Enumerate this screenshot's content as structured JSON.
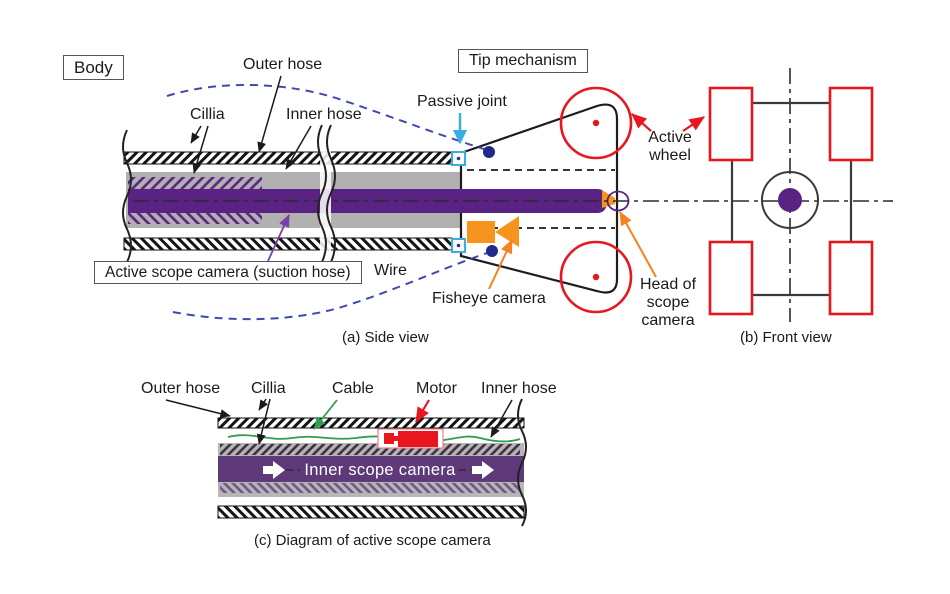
{
  "figure": {
    "side_view": {
      "caption": "(a) Side view",
      "labels": {
        "body": "Body",
        "outer_hose": "Outer hose",
        "cillia": "Cillia",
        "inner_hose": "Inner hose",
        "passive_joint": "Passive joint",
        "tip_mechanism": "Tip mechanism",
        "active_scope_camera": "Active scope camera (suction hose)",
        "wire": "Wire",
        "fisheye_camera": "Fisheye camera",
        "active_wheel": "Active wheel",
        "head_of_scope_camera": "Head of scope camera"
      }
    },
    "front_view": {
      "caption": "(b) Front view"
    },
    "scope_diagram": {
      "caption": "(c) Diagram of active scope camera",
      "labels": {
        "outer_hose": "Outer hose",
        "cillia": "Cillia",
        "cable": "Cable",
        "motor": "Motor",
        "inner_hose": "Inner hose",
        "inner_scope_camera": "Inner scope camera"
      }
    },
    "colors": {
      "scope_purple": "#5a2383",
      "inner_scope_purple": "#5e3a78",
      "hose_gray": "#b1b1b1",
      "wheel_red": "#e8161e",
      "camera_orange": "#f7941d",
      "joint_cyan": "#35aee2",
      "wire_blue": "#3f4ab0",
      "wire_dot_navy": "#202a88",
      "cable_green": "#2e9e4f"
    }
  }
}
